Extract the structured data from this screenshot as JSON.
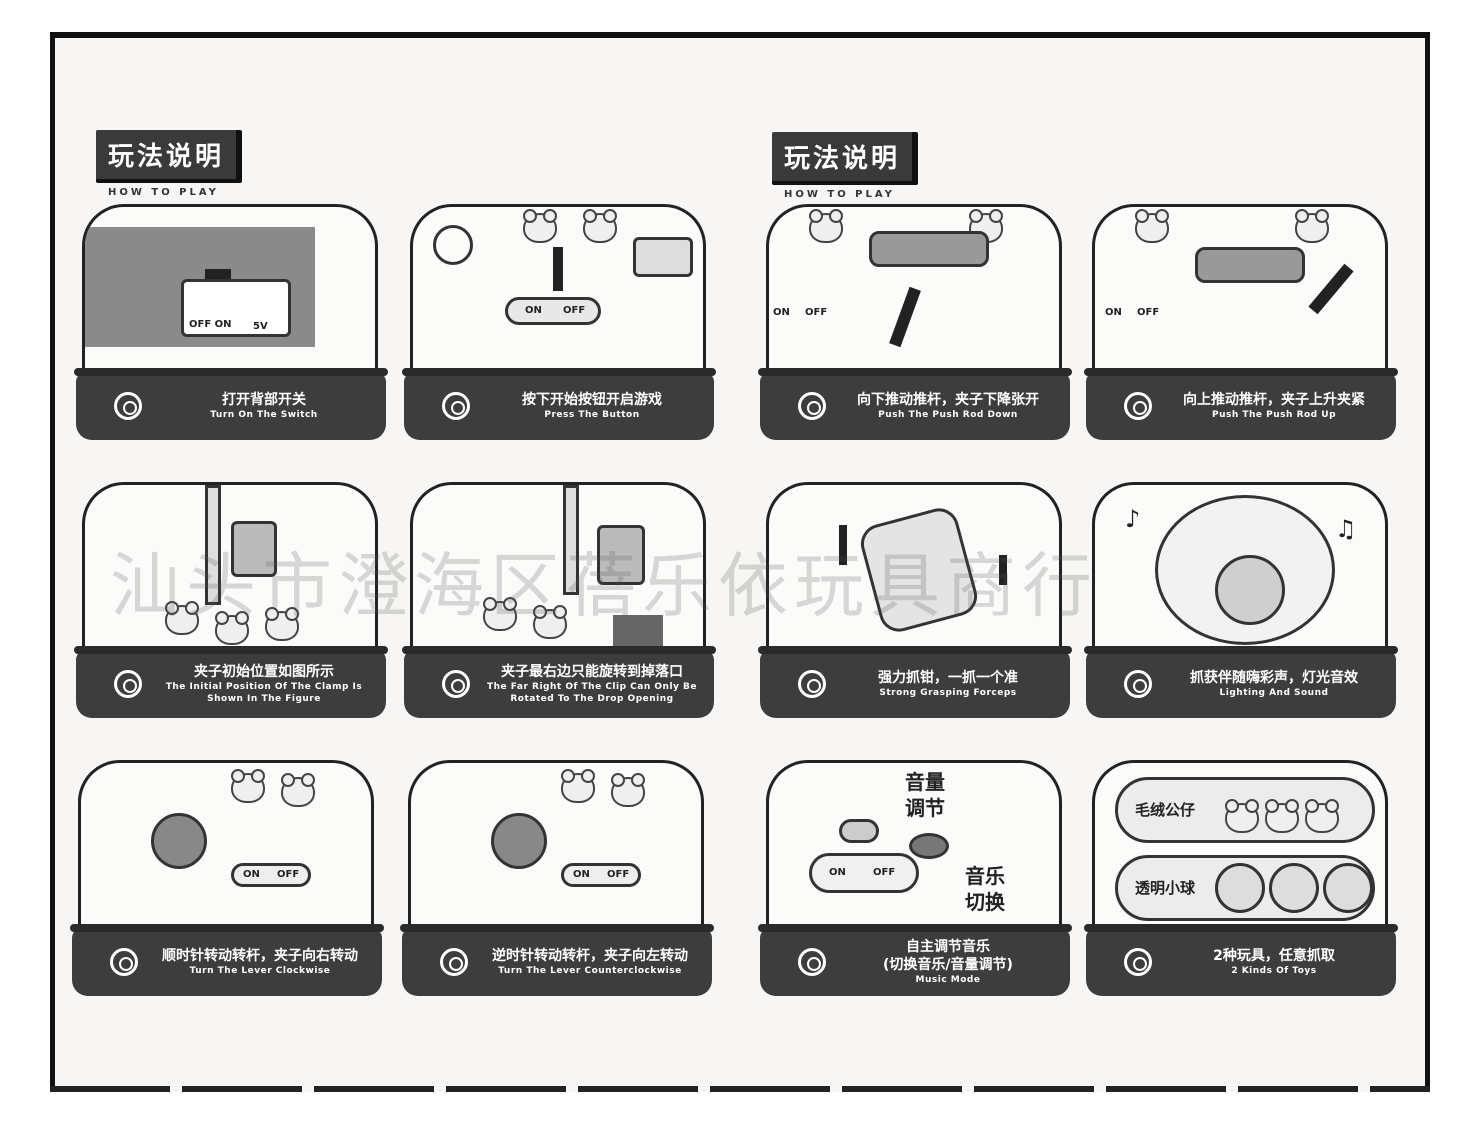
{
  "headings": [
    {
      "zh": "玩法说明",
      "en": "HOW TO PLAY"
    },
    {
      "zh": "玩法说明",
      "en": "HOW TO PLAY"
    }
  ],
  "watermark": "汕头市澄海区蓓乐依玩具商行",
  "panels": [
    {
      "zh": "打开背部开关",
      "en": "Turn On The Switch",
      "art_labels": [
        "OFF  ON",
        "5V"
      ]
    },
    {
      "zh": "按下开始按钮开启游戏",
      "en": "Press The Button",
      "art_labels": [
        "ON",
        "OFF"
      ]
    },
    {
      "zh": "向下推动推杆，夹子下降张开",
      "en": "Push The Push Rod Down",
      "art_labels": [
        "ON",
        "OFF"
      ]
    },
    {
      "zh": "向上推动推杆，夹子上升夹紧",
      "en": "Push The Push Rod Up",
      "art_labels": [
        "ON",
        "OFF"
      ]
    },
    {
      "zh": "夹子初始位置如图所示",
      "en": "The Initial Position Of The Clamp Is Shown In The Figure"
    },
    {
      "zh": "夹子最右边只能旋转到掉落口",
      "en": "The Far Right Of The Clip Can Only Be Rotated To The Drop Opening"
    },
    {
      "zh": "强力抓钳，一抓一个准",
      "en": "Strong Grasping Forceps"
    },
    {
      "zh": "抓获伴随嗨彩声，灯光音效",
      "en": "Lighting And Sound"
    },
    {
      "zh": "顺时针转动转杆，夹子向右转动",
      "en": "Turn The Lever Clockwise",
      "art_labels": [
        "ON",
        "OFF"
      ]
    },
    {
      "zh": "逆时针转动转杆，夹子向左转动",
      "en": "Turn The Lever Counterclockwise",
      "art_labels": [
        "ON",
        "OFF"
      ]
    },
    {
      "zh": "自主调节音乐",
      "zh2": "(切换音乐/音量调节)",
      "en": "Music Mode",
      "art_labels": [
        "ON",
        "OFF",
        "音量",
        "调节",
        "音乐",
        "切换"
      ]
    },
    {
      "zh": "2种玩具，任意抓取",
      "en": "2 Kinds Of Toys",
      "art_labels": [
        "毛绒公仔",
        "透明小球"
      ]
    }
  ]
}
